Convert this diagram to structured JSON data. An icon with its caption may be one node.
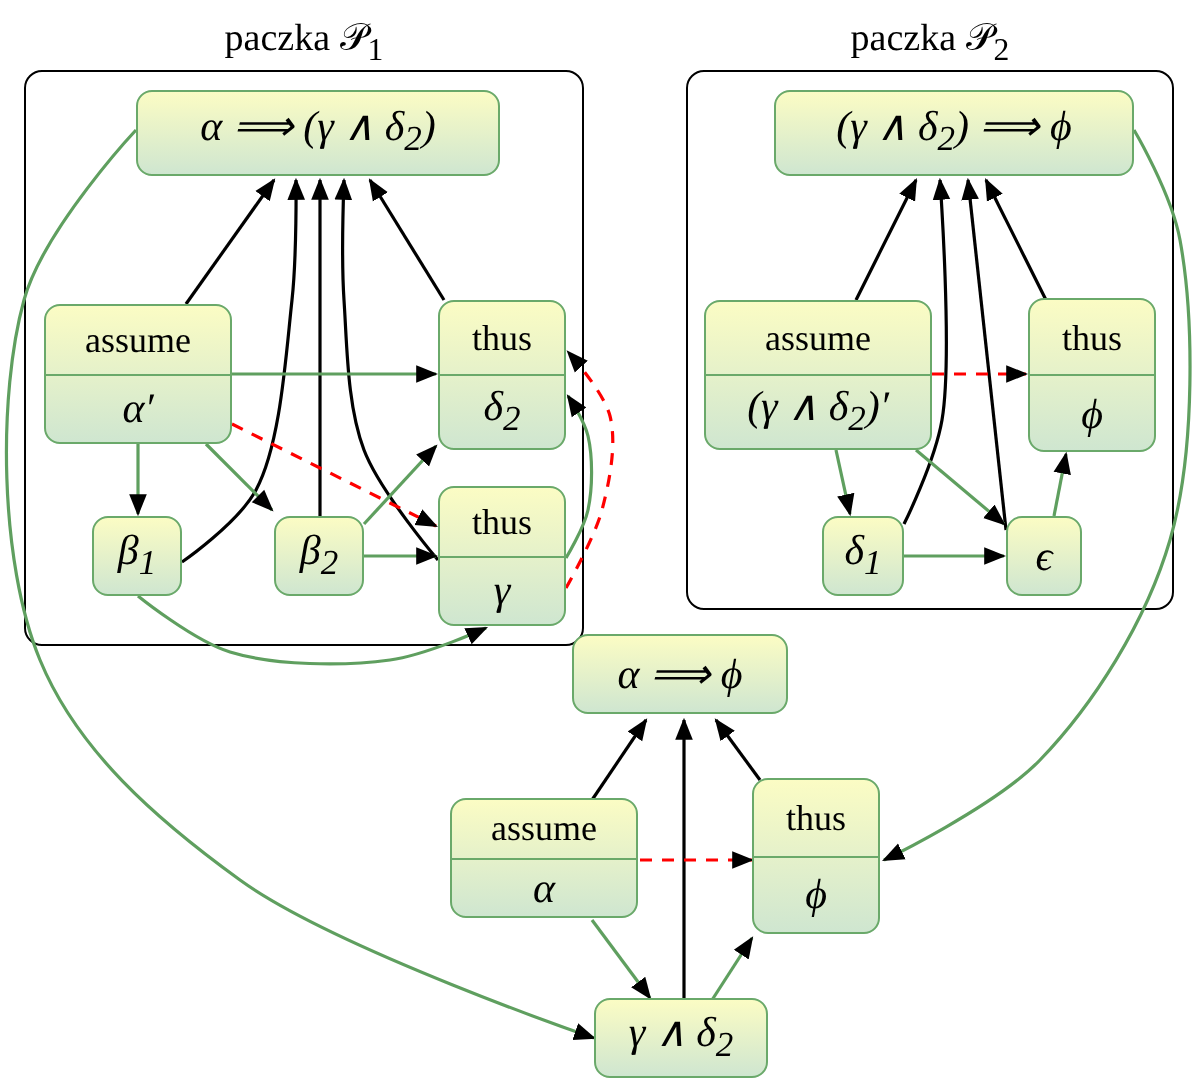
{
  "diagram": {
    "nodes": [
      {
        "text": [
          "paczka 𝒫$_{1}$"
        ]
      },
      {
        "text": [
          "α ⟹ (γ ∧ δ$_{2}$)"
        ],
        "in": 0
      },
      {
        "text": [
          "assume",
          "α′"
        ],
        "in": 0
      },
      {
        "text": [
          "thus",
          "δ$_{2}$"
        ],
        "in": 0
      },
      {
        "text": [
          "β$_{1}$"
        ],
        "in": 0
      },
      {
        "text": [
          "β$_{2}$"
        ],
        "in": 0
      },
      {
        "text": [
          "thus",
          "γ"
        ],
        "in": 0
      },
      {
        "text": [
          "paczka 𝒫$_{2}$"
        ]
      },
      {
        "text": [
          "(γ ∧ δ$_{2}$) ⟹ ϕ"
        ],
        "in": 7
      },
      {
        "text": [
          "assume",
          "(γ ∧ δ$_{2}$)′"
        ],
        "in": 7
      },
      {
        "text": [
          "thus",
          "ϕ"
        ],
        "in": 7
      },
      {
        "text": [
          "δ$_{1}$"
        ],
        "in": 7
      },
      {
        "text": [
          "ϵ"
        ],
        "in": 7
      },
      {
        "text": [
          "α ⟹ ϕ"
        ]
      },
      {
        "text": [
          "assume",
          "α"
        ]
      },
      {
        "text": [
          "thus",
          "ϕ"
        ]
      },
      {
        "text": [
          "γ ∧ δ$_{2}$"
        ]
      }
    ],
    "edges": [
      {
        "from": 2,
        "to": 1,
        "arrow": "to",
        "color": "#000000"
      },
      {
        "from": 4,
        "to": 1,
        "arrow": "to",
        "color": "#000000"
      },
      {
        "from": 5,
        "to": 1,
        "arrow": "to",
        "color": "#000000"
      },
      {
        "from": 6,
        "to": 1,
        "arrow": "to",
        "color": "#000000"
      },
      {
        "from": 3,
        "to": 1,
        "arrow": "to",
        "color": "#000000"
      },
      {
        "from": 2,
        "to": 3,
        "arrow": "to"
      },
      {
        "from": 2,
        "to": 4,
        "arrow": "to"
      },
      {
        "from": 2,
        "to": 5,
        "arrow": "to"
      },
      {
        "from": 5,
        "to": 3,
        "arrow": "to"
      },
      {
        "from": 5,
        "to": 6,
        "arrow": "to"
      },
      {
        "from": 6,
        "to": 3,
        "arrow": "to"
      },
      {
        "from": 4,
        "to": 6,
        "arrow": "to"
      },
      {
        "from": 1,
        "to": 16,
        "arrow": "to"
      },
      {
        "from": 2,
        "to": 6,
        "arrow": "to",
        "style": "dashed",
        "color": "#ff0000"
      },
      {
        "from": 6,
        "to": 3,
        "arrow": "to",
        "style": "dashed",
        "color": "#ff0000"
      },
      {
        "from": 9,
        "to": 8,
        "arrow": "to",
        "color": "#000000"
      },
      {
        "from": 11,
        "to": 8,
        "arrow": "to",
        "color": "#000000"
      },
      {
        "from": 12,
        "to": 8,
        "arrow": "to",
        "color": "#000000"
      },
      {
        "from": 10,
        "to": 8,
        "arrow": "to",
        "color": "#000000"
      },
      {
        "from": 9,
        "to": 10,
        "arrow": "to",
        "style": "dashed",
        "color": "#ff0000"
      },
      {
        "from": 9,
        "to": 11,
        "arrow": "to"
      },
      {
        "from": 9,
        "to": 12,
        "arrow": "to"
      },
      {
        "from": 11,
        "to": 12,
        "arrow": "to"
      },
      {
        "from": 12,
        "to": 10,
        "arrow": "to"
      },
      {
        "from": 8,
        "to": 15,
        "arrow": "to"
      },
      {
        "from": 14,
        "to": 13,
        "arrow": "to",
        "color": "#000000"
      },
      {
        "from": 16,
        "to": 13,
        "arrow": "to",
        "color": "#000000"
      },
      {
        "from": 15,
        "to": 13,
        "arrow": "to",
        "color": "#000000"
      },
      {
        "from": 14,
        "to": 15,
        "arrow": "to",
        "style": "dashed",
        "color": "#ff0000"
      },
      {
        "from": 14,
        "to": 16,
        "arrow": "to"
      },
      {
        "from": 16,
        "to": 15,
        "arrow": "to"
      }
    ]
  }
}
